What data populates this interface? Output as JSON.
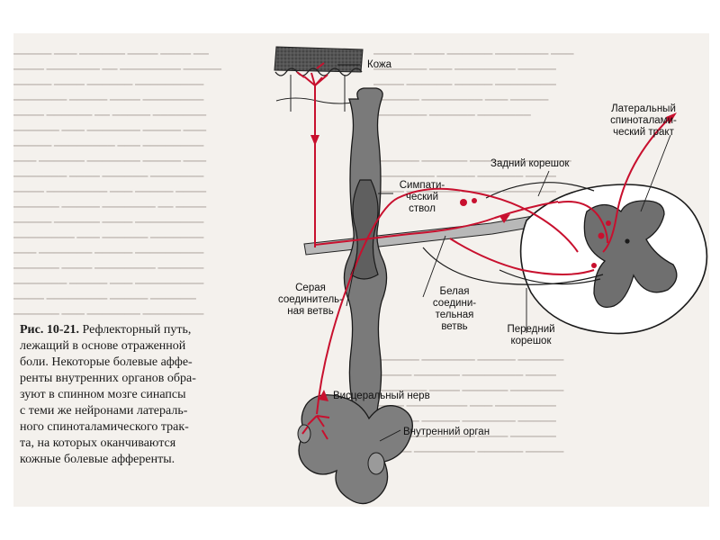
{
  "figure": {
    "labels": {
      "skin": "Кожа",
      "lateral_tract": "Латеральный\nспиноталами-\nческий тракт",
      "dorsal_root": "Задний корешок",
      "sympathetic_trunk": "Симпати-\nческий\nствол",
      "gray_ramus": "Серая\nсоединитель-\nная ветвь",
      "white_ramus": "Белая\nсоедини-\nтельная\nветвь",
      "ventral_root": "Передний\nкорешок",
      "visceral_nerve": "Висцеральный нерв",
      "internal_organ": "Внутренний орган"
    },
    "colors": {
      "pathway": "#c8102e",
      "tissue": "#4a4a4a",
      "outline": "#1a1a1a"
    }
  },
  "caption": {
    "number": "Рис. 10-21.",
    "lines": [
      "Рефлекторный путь,",
      "лежащий в основе отраженной",
      "боли. Некоторые болевые аффе-",
      "ренты внутренних органов обра-",
      "зуют в спинном мозге синапсы",
      "с теми же нейронами латераль-",
      "ного спиноталамического трак-",
      "та, на которых оканчиваются",
      "кожные болевые афференты."
    ]
  }
}
